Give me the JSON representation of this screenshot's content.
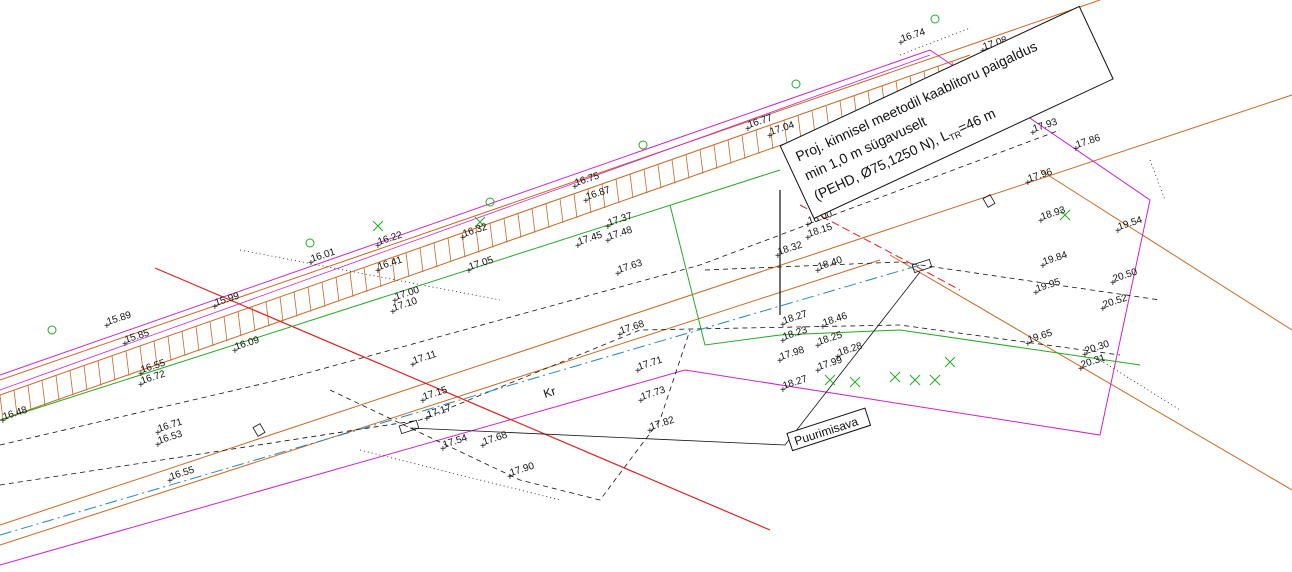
{
  "callout": {
    "line1": "Proj. kinnisel meetodil kaablitoru paigaldus",
    "line2": "min 1,0 m sügavuselt",
    "line3": "(PEHD, Ø75,1250 N), L",
    "line3_sub": "TR",
    "line3_tail": "=46 m"
  },
  "drill_pit_label": "Puurimisava",
  "cable_label": "Kr",
  "colors": {
    "road_edge": "#cc6622",
    "boundary": "#cc22cc",
    "cable_proposed": "#dd2222",
    "water": "#22aa22",
    "cable_existing": "#2288bb",
    "annotation": "#111111"
  },
  "elevations": [
    {
      "value": "16.74"
    },
    {
      "value": "17.08"
    },
    {
      "value": "17.56"
    },
    {
      "value": "17.71"
    },
    {
      "value": "16.77"
    },
    {
      "value": "17.04"
    },
    {
      "value": "17.93"
    },
    {
      "value": "17.86"
    },
    {
      "value": "16.75"
    },
    {
      "value": "16.87"
    },
    {
      "value": "17.96"
    },
    {
      "value": "16.32"
    },
    {
      "value": "17.37"
    },
    {
      "value": "17.45"
    },
    {
      "value": "17.48"
    },
    {
      "value": "18.00"
    },
    {
      "value": "18.15"
    },
    {
      "value": "18.93"
    },
    {
      "value": "19.54"
    },
    {
      "value": "16.22"
    },
    {
      "value": "16.01"
    },
    {
      "value": "16.41"
    },
    {
      "value": "17.05"
    },
    {
      "value": "17.63"
    },
    {
      "value": "18.40"
    },
    {
      "value": "19.84"
    },
    {
      "value": "20.50"
    },
    {
      "value": "19.95"
    },
    {
      "value": "20.52"
    },
    {
      "value": "17.00"
    },
    {
      "value": "17.10"
    },
    {
      "value": "15.99"
    },
    {
      "value": "15.89"
    },
    {
      "value": "15.85"
    },
    {
      "value": "16.09"
    },
    {
      "value": "16.55"
    },
    {
      "value": "16.72"
    },
    {
      "value": "17.68"
    },
    {
      "value": "18.27"
    },
    {
      "value": "18.46"
    },
    {
      "value": "18.23"
    },
    {
      "value": "18.25"
    },
    {
      "value": "18.28"
    },
    {
      "value": "17.98"
    },
    {
      "value": "17.99"
    },
    {
      "value": "19.65"
    },
    {
      "value": "20.30"
    },
    {
      "value": "20.31"
    },
    {
      "value": "17.11"
    },
    {
      "value": "17.71"
    },
    {
      "value": "17.73"
    },
    {
      "value": "18.27"
    },
    {
      "value": "17.15"
    },
    {
      "value": "17.17"
    },
    {
      "value": "17.82"
    },
    {
      "value": "16.71"
    },
    {
      "value": "16.53"
    },
    {
      "value": "17.54"
    },
    {
      "value": "17.68"
    },
    {
      "value": "17.90"
    },
    {
      "value": "16.55"
    },
    {
      "value": "16.48"
    },
    {
      "value": "18.32"
    }
  ]
}
